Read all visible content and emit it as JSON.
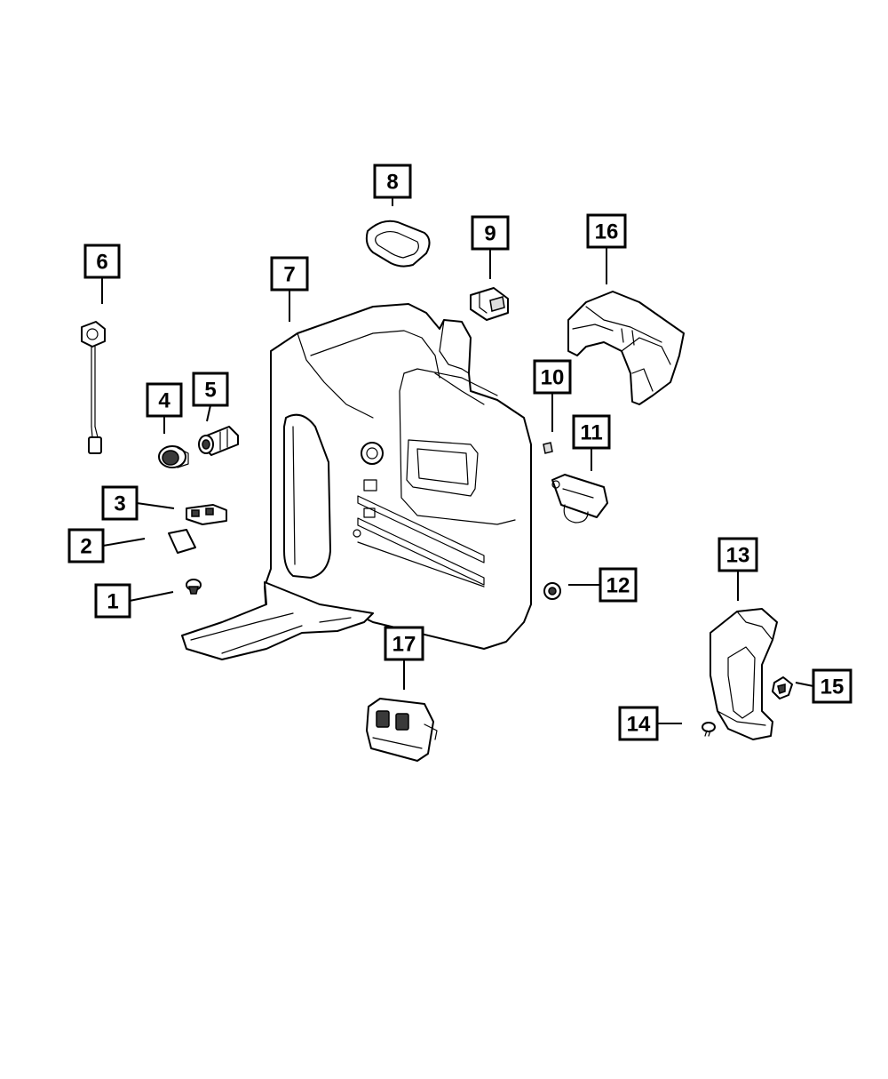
{
  "diagram": {
    "callouts": [
      {
        "id": "1",
        "label": "1"
      },
      {
        "id": "2",
        "label": "2"
      },
      {
        "id": "3",
        "label": "3"
      },
      {
        "id": "4",
        "label": "4"
      },
      {
        "id": "5",
        "label": "5"
      },
      {
        "id": "6",
        "label": "6"
      },
      {
        "id": "7",
        "label": "7"
      },
      {
        "id": "8",
        "label": "8"
      },
      {
        "id": "9",
        "label": "9"
      },
      {
        "id": "10",
        "label": "10"
      },
      {
        "id": "11",
        "label": "11"
      },
      {
        "id": "12",
        "label": "12"
      },
      {
        "id": "13",
        "label": "13"
      },
      {
        "id": "14",
        "label": "14"
      },
      {
        "id": "15",
        "label": "15"
      },
      {
        "id": "16",
        "label": "16"
      },
      {
        "id": "17",
        "label": "17"
      }
    ],
    "colors": {
      "line": "#000000",
      "background": "#ffffff",
      "shade": "#dcdcdc",
      "dark": "#3a3a3a"
    }
  }
}
